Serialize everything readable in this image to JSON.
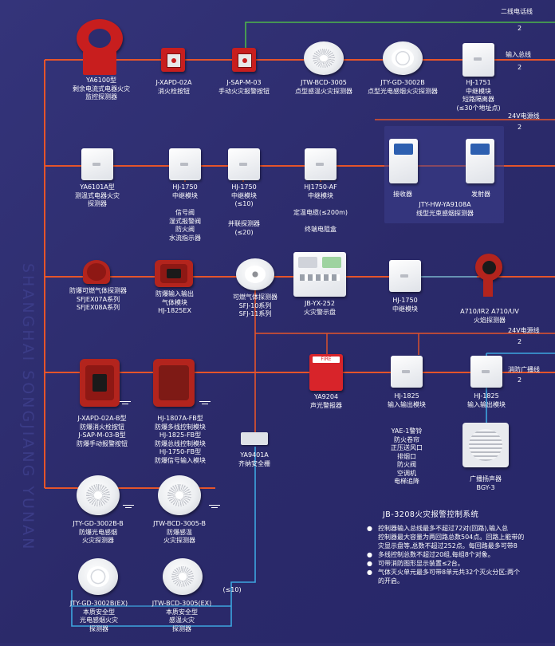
{
  "watermark": "SHANGHAI SONGJIANG YUNAN",
  "buses": {
    "phone_line": "二线电话线",
    "phone_count": "2",
    "input_bus": "输入总线",
    "input_count": "2",
    "power_24v_top": "24V电源线",
    "power_24v_top_count": "2",
    "power_24v_mid": "24V电源线",
    "power_24v_mid_count": "2",
    "broadcast": "消防广播线",
    "broadcast_count": "2"
  },
  "devices": {
    "ya6100": {
      "model": "YA6100型",
      "name1": "剩余电流式电器火灾",
      "name2": "监控探测器"
    },
    "j_xapd_02a": {
      "model": "J-XAPD-02A",
      "name": "消火栓按钮"
    },
    "j_sap_m_03": {
      "model": "J-SAP-M-03",
      "name": "手动火灾报警按钮"
    },
    "jtw_bcd_3005": {
      "model": "JTW-BCD-3005",
      "name": "点型感温火灾探测器"
    },
    "jty_gd_3002b": {
      "model": "JTY-GD-3002B",
      "name": "点型光电感烟火灾探测器"
    },
    "hj_1751": {
      "model": "HJ-1751",
      "name1": "中继模块",
      "name2": "短路隔离器",
      "name3": "(≤30个地址点)"
    },
    "ya6101a": {
      "model": "YA6101A型",
      "name1": "测温式电器火灾",
      "name2": "探测器"
    },
    "hj_1750_a": {
      "model": "HJ-1750",
      "name": "中继模块",
      "items": [
        "信号阀",
        "湿式报警阀",
        "防火阀",
        "水流指示器"
      ]
    },
    "hj_1750_b": {
      "model": "HJ-1750",
      "name": "中继模块",
      "limit": "(≤10)",
      "note1": "并联探测器",
      "note2": "(≤20)"
    },
    "hj_1750_af": {
      "model": "HJ1750-AF",
      "name": "中继模块",
      "note1": "定温电缆(≤200m)",
      "note2": "终端电阻盒"
    },
    "beam": {
      "receiver": "接收器",
      "transmitter": "发射器",
      "model": "JTY-HW-YA9108A",
      "name": "线型光束感烟探测器"
    },
    "ex_gas": {
      "name": "防爆可燃气体探测器",
      "series1": "SFJEX07A系列",
      "series2": "SFJEX08A系列"
    },
    "ex_io": {
      "name1": "防爆输入输出",
      "name2": "气体模块",
      "model": "HJ-1825EX"
    },
    "gas": {
      "name": "可燃气体探测器",
      "series1": "SFJ-10系列",
      "series2": "SFJ-11系列"
    },
    "jb_yx_252": {
      "model": "JB-YX-252",
      "name": "火灾警示盘"
    },
    "hj_1750_c": {
      "model": "HJ-1750",
      "name": "中继模块"
    },
    "flame": {
      "model": "A710/IR2 A710/UV",
      "name": "火焰探测器"
    },
    "ex_buttons": {
      "line1": "J-XAPD-02A-B型",
      "line2": "防爆消火栓按钮",
      "line3": "J-SAP-M-03-B型",
      "line4": "防爆手动报警按钮"
    },
    "ex_modules": {
      "line1": "HJ-1807A-FB型",
      "line2": "防爆多线控制模块",
      "line3": "HJ-1825-FB型",
      "line4": "防爆总线控制模块",
      "line5": "HJ-1750-FB型",
      "line6": "防爆信号输入模块"
    },
    "ya9204": {
      "model": "YA9204",
      "name": "声光警报器",
      "plate": "FIRE"
    },
    "hj_1825_a": {
      "model": "HJ-1825",
      "name": "输入输出模块",
      "items": [
        "YAE-1警铃",
        "防火卷帘",
        "正压送风口",
        "排烟口",
        "防火阀",
        "空调机",
        "电梯追降"
      ]
    },
    "hj_1825_b": {
      "model": "HJ-1825",
      "name": "输入输出模块"
    },
    "ya9401a": {
      "model": "YA9401A",
      "name": "齐纳安全栅"
    },
    "speaker": {
      "name": "广播扬声器",
      "model": "BGY-3"
    },
    "jty_gd_3002b_b": {
      "model": "JTY-GD-3002B-B",
      "name1": "防爆光电感烟",
      "name2": "火灾探测器"
    },
    "jtw_bcd_3005_b": {
      "model": "JTW-BCD-3005-B",
      "name1": "防爆感温",
      "name2": "火灾探测器"
    },
    "jty_gd_3002b_ex": {
      "model": "JTY-GD-3002B(EX)",
      "name1": "本质安全型",
      "name2": "光电感烟火灾",
      "name3": "探测器"
    },
    "jtw_bcd_3005_ex": {
      "model": "JTW-BCD-3005(EX)",
      "name1": "本质安全型",
      "name2": "感温火灾",
      "name3": "探测器"
    },
    "is_limit": "(≤10)"
  },
  "notes": {
    "title": "JB-3208火灾报警控制系统",
    "lines": [
      {
        "bullet": true,
        "text": "控制器输入总线最多不超过72对(回路),输入总"
      },
      {
        "bullet": false,
        "text": "控制器最大容量为两回路总数504点。回路上能带的"
      },
      {
        "bullet": false,
        "text": "灾显示盘等,总数不超过252点。每回路最多可带8"
      },
      {
        "bullet": true,
        "text": "多线控制总数不超过20组,每组8个对象。"
      },
      {
        "bullet": true,
        "text": "可带消防图形显示装置≤2台。"
      },
      {
        "bullet": true,
        "text": "气体灭火单元最多可带8单元共32个灭火分区;两个"
      },
      {
        "bullet": false,
        "text": "的开启。"
      }
    ]
  },
  "colors": {
    "background": "#2d2c6e",
    "input_bus": "#e5542a",
    "power_24v": "#e5542a",
    "phone_line": "#4db54a",
    "broadcast": "#3da6e0",
    "device_red": "#c81e1e"
  }
}
